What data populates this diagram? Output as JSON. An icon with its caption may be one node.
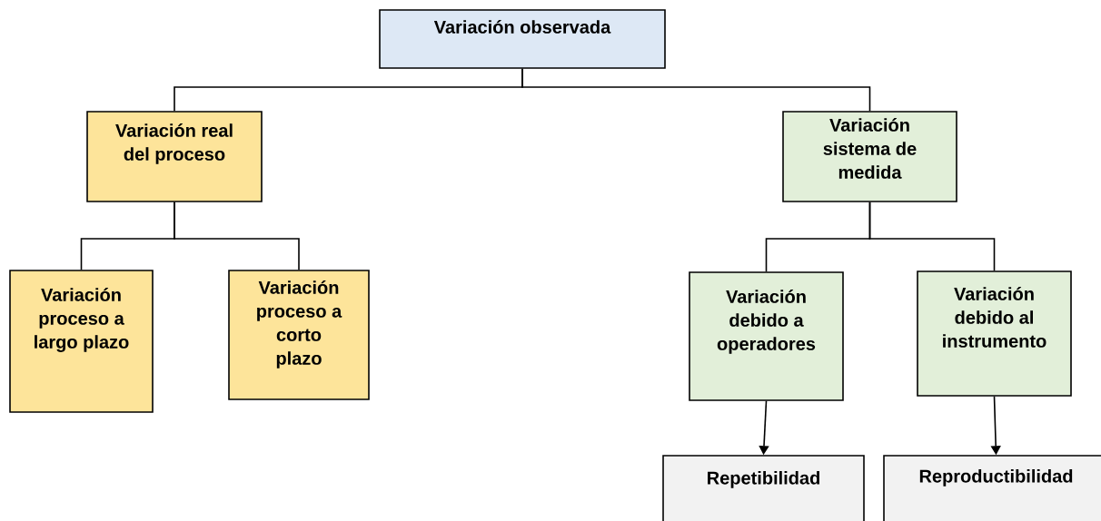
{
  "diagram": {
    "nodes": [
      {
        "text": [
          "Variación observada"
        ]
      },
      {
        "text": [
          "Variación real del proceso"
        ]
      },
      {
        "text": [
          "Variación sistema de medida"
        ]
      },
      {
        "text": [
          "Variación proceso a largo plazo"
        ]
      },
      {
        "text": [
          "Variación proceso a corto plazo"
        ]
      },
      {
        "text": [
          "Variación debido a operadores"
        ]
      },
      {
        "text": [
          "Variación debido al instrumento"
        ]
      },
      {
        "text": [
          "Repetibilidad"
        ]
      },
      {
        "text": [
          "Reproductibilidad"
        ]
      }
    ],
    "edges": [
      {
        "from": 0,
        "to": 1,
        "arrow": "none"
      },
      {
        "from": 0,
        "to": 2,
        "arrow": "none"
      },
      {
        "from": 1,
        "to": 3,
        "arrow": "none"
      },
      {
        "from": 1,
        "to": 4,
        "arrow": "none"
      },
      {
        "from": 2,
        "to": 5,
        "arrow": "none"
      },
      {
        "from": 2,
        "to": 6,
        "arrow": "none"
      },
      {
        "from": 5,
        "to": 7,
        "arrow": "to"
      },
      {
        "from": 6,
        "to": 8,
        "arrow": "to"
      }
    ]
  }
}
